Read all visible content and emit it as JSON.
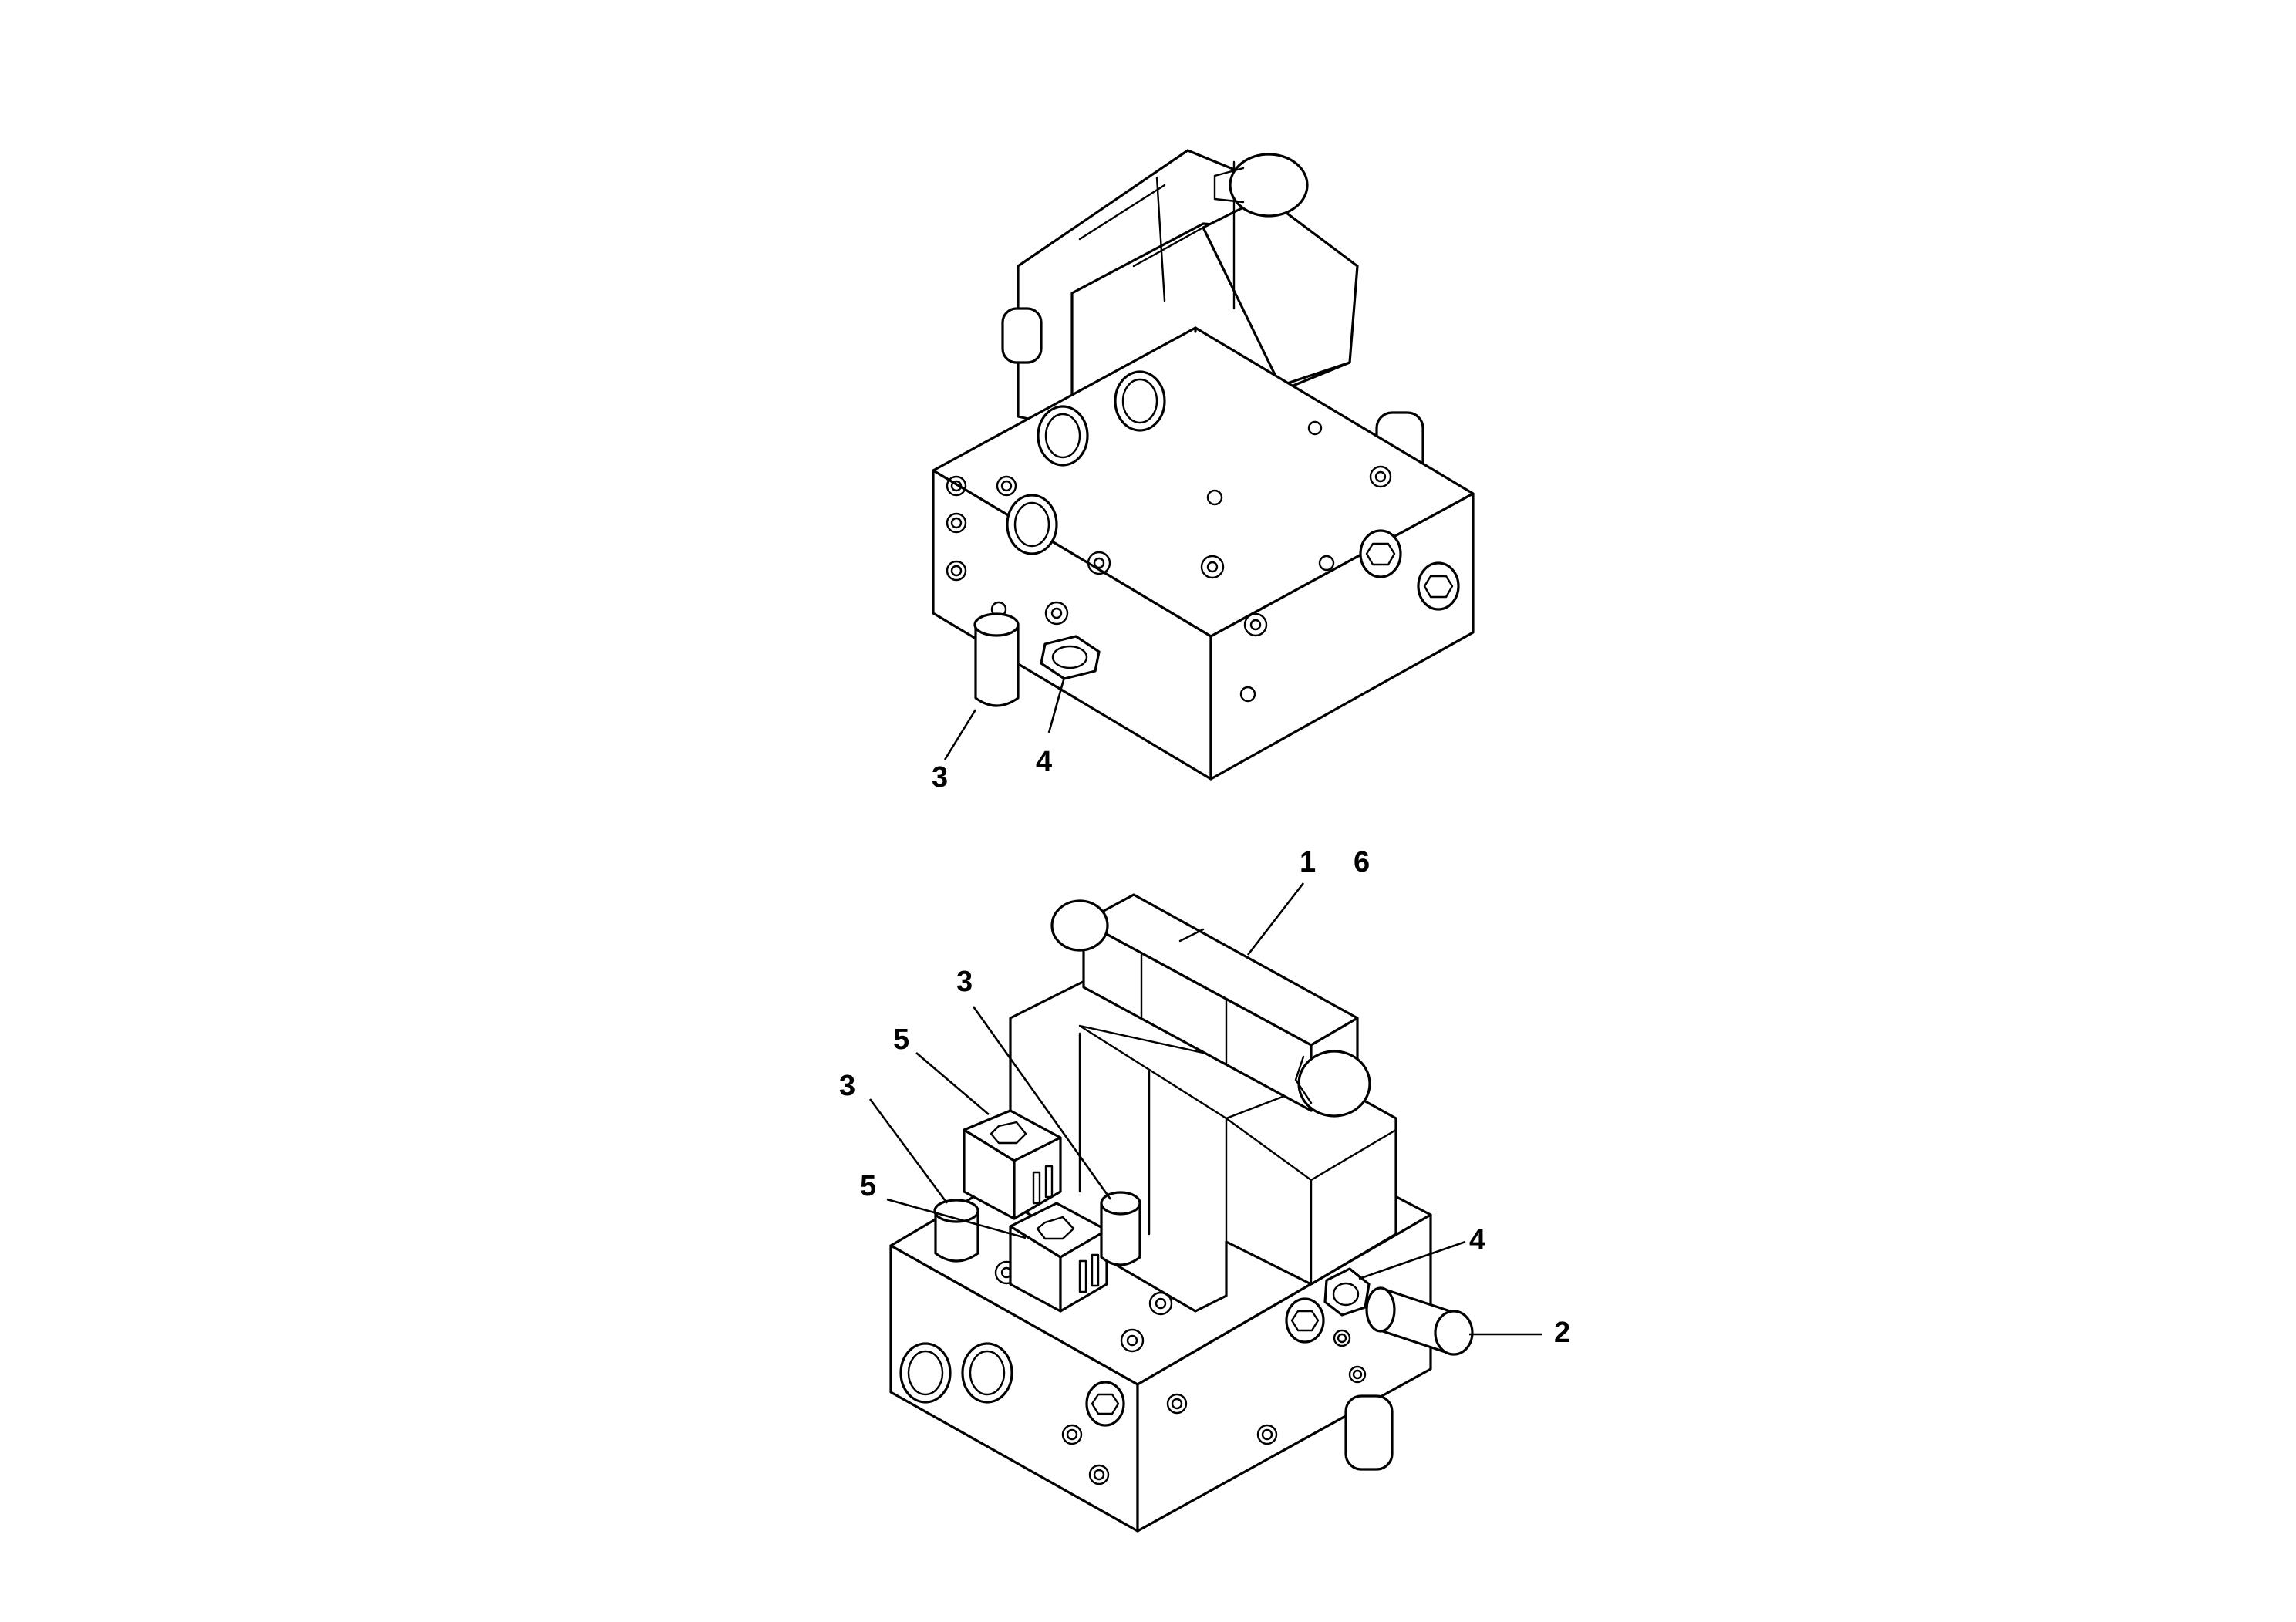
{
  "diagram": {
    "views": [
      {
        "id": "upper-view",
        "callouts": [
          "3",
          "4"
        ]
      },
      {
        "id": "lower-view",
        "callouts": [
          "1",
          "6",
          "3",
          "5",
          "3",
          "5",
          "4",
          "2"
        ]
      }
    ]
  }
}
